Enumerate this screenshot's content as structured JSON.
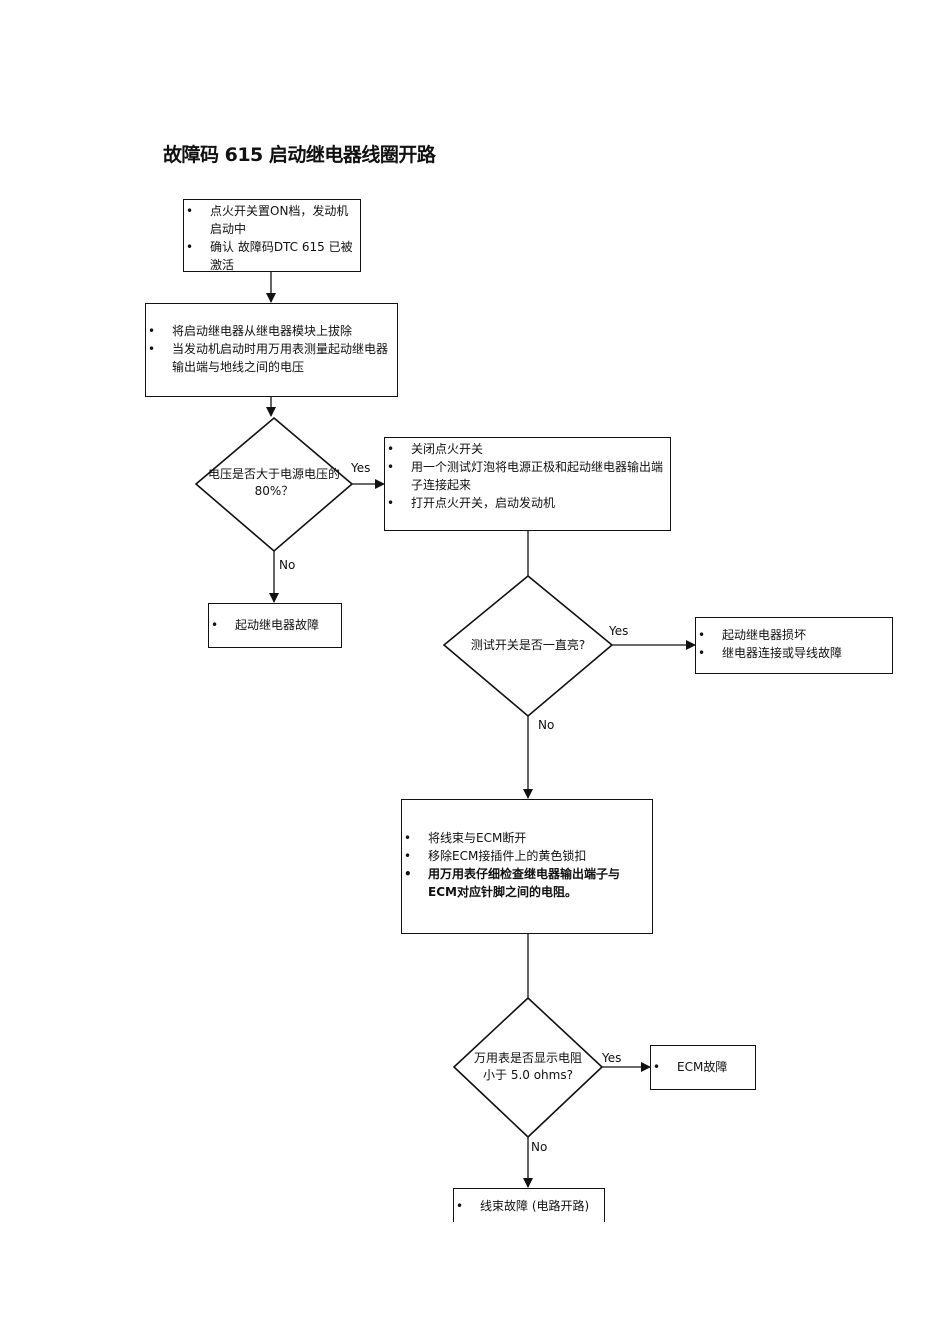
{
  "title": "故障码 615  启动继电器线圈开路",
  "boxes": {
    "b1": [
      "点火开关置ON档，发动机启动中",
      "确认 故障码DTC 615 已被激活"
    ],
    "b2": [
      "将启动继电器从继电器模块上拔除",
      "当发动机启动时用万用表测量起动继电器输出端与地线之间的电压"
    ],
    "b3": [
      "关闭点火开关",
      "用一个测试灯泡将电源正极和起动继电器输出端子连接起来",
      "打开点火开关，启动发动机"
    ],
    "b4": [
      "起动继电器故障"
    ],
    "b5": [
      "起动继电器损坏",
      "继电器连接或导线故障"
    ],
    "b6": [
      "将线束与ECM断开",
      "移除ECM接插件上的黄色锁扣"
    ],
    "b6_bold": "用万用表仔细检查继电器输出端子与ECM对应针脚之间的电阻。",
    "b7": [
      "ECM故障"
    ],
    "b8": [
      "线束故障 (电路开路)"
    ]
  },
  "decisions": {
    "d1": "电压是否大于电源电压的80%？",
    "d2": "测试开关是否一直亮?",
    "d3": "万用表是否显示电阻小于 5.0 ohms?"
  },
  "labels": {
    "yes": "Yes",
    "no": "No"
  }
}
